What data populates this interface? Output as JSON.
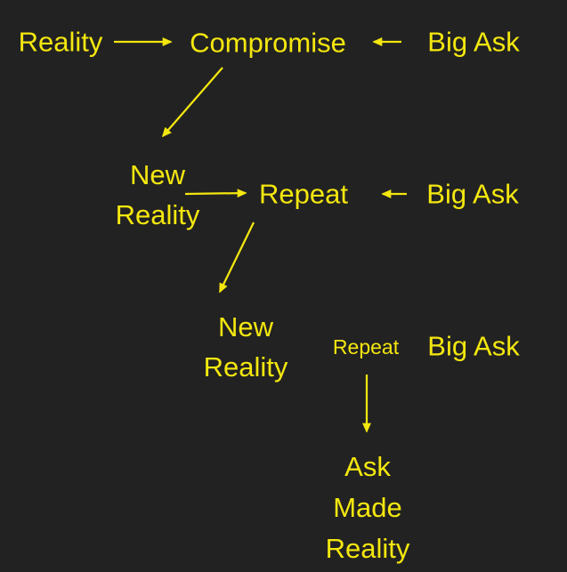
{
  "colors": {
    "background": "#222222",
    "ink": "#F4E70F"
  },
  "diagram": {
    "title": "big-ask-compromise-cycle",
    "step1": {
      "reality_label": "Reality",
      "compromise_label": "Compromise",
      "big_ask_label": "Big Ask"
    },
    "step2": {
      "new_reality_label": "New\nReality",
      "repeat_label": "Repeat",
      "big_ask_label": "Big Ask"
    },
    "step3": {
      "new_reality_label": "New\nReality",
      "repeat_label": "Repeat",
      "big_ask_label": "Big Ask"
    },
    "step4": {
      "ask_made_reality_label": "Ask\nMade\nReality"
    }
  }
}
